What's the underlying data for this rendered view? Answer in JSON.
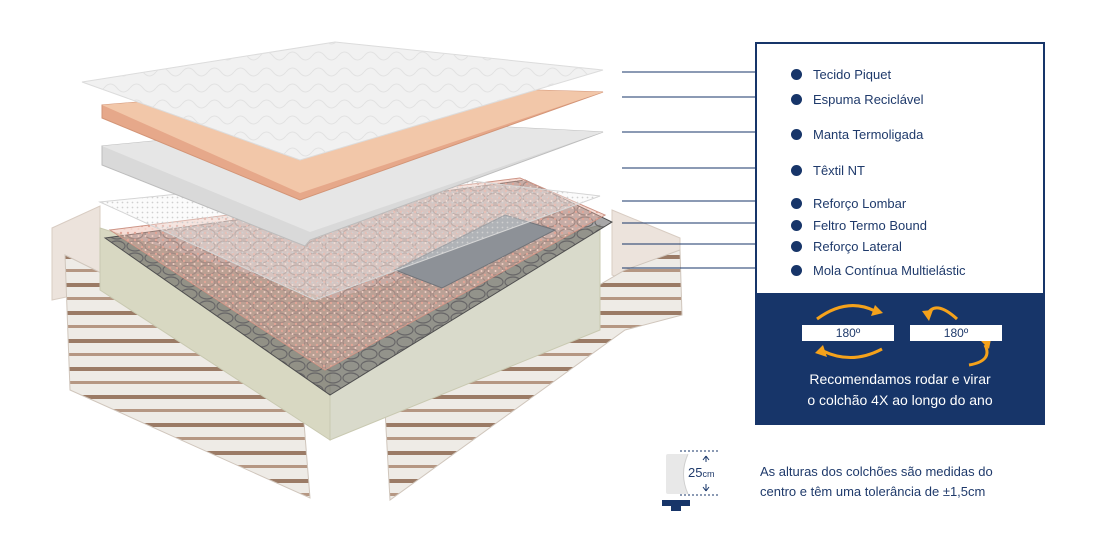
{
  "layers": [
    {
      "label": "Tecido Piquet"
    },
    {
      "label": "Espuma Reciclável"
    },
    {
      "label": "Manta Termoligada"
    },
    {
      "label": "Têxtil NT"
    },
    {
      "label": "Reforço Lombar"
    },
    {
      "label": "Feltro Termo Bound"
    },
    {
      "label": "Reforço Lateral"
    },
    {
      "label": "Mola Contínua Multielástic"
    }
  ],
  "rotation": {
    "rotate_degrees": "180º",
    "flip_degrees": "180º",
    "line1": "Recomendamos rodar e virar",
    "line2": "o colchão 4X ao longo do ano"
  },
  "height": {
    "value": "25",
    "unit": "cm",
    "note_line1": "As alturas dos colchões são medidas do",
    "note_line2": "centro e têm uma tolerância de ±1,5cm"
  },
  "colors": {
    "navy": "#173569",
    "orange": "#f5a21b",
    "foam": "#f2c7a9"
  }
}
